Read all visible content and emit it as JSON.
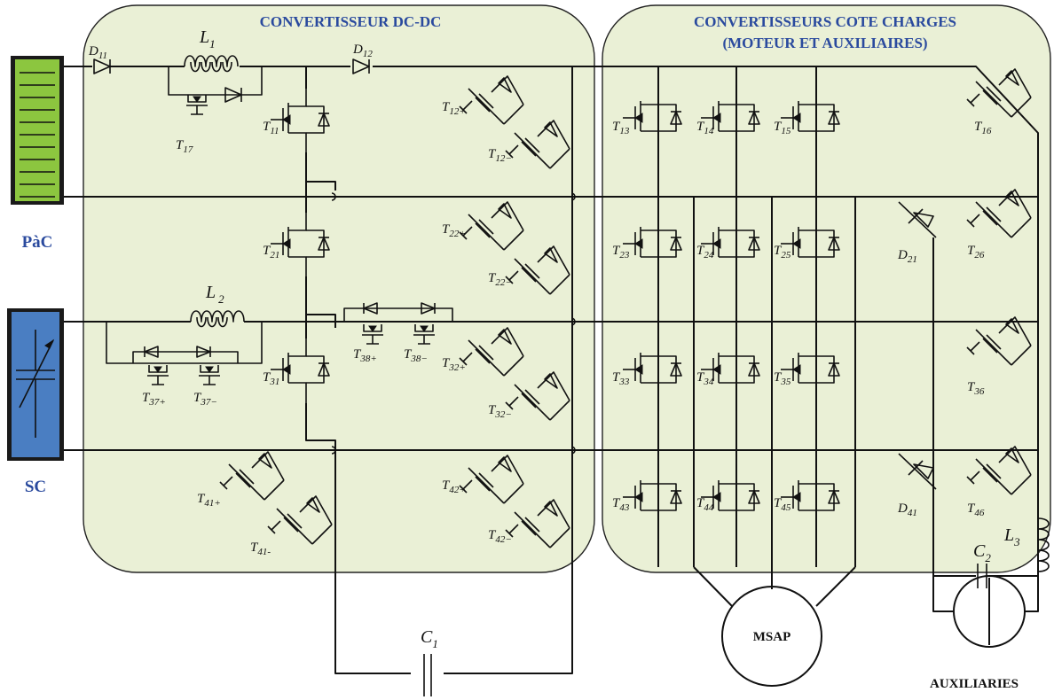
{
  "panels": {
    "dc_dc_title": "CONVERTISSEUR DC-DC",
    "load_title_line1": "CONVERTISSEURS COTE CHARGES",
    "load_title_line2": "(MOTEUR ET AUXILIAIRES)"
  },
  "sources": {
    "fuel_cell": "PàC",
    "supercap": "SC"
  },
  "loads": {
    "motor": "MSAP",
    "auxiliaries": "AUXILIARIES"
  },
  "inductors": {
    "l1": {
      "base": "L",
      "sub": "1"
    },
    "l2": {
      "base": "L",
      "sub": "2"
    },
    "l3": {
      "base": "L",
      "sub": "3"
    }
  },
  "capacitors": {
    "c1": {
      "base": "C",
      "sub": "1"
    },
    "c2": {
      "base": "C",
      "sub": "2"
    }
  },
  "diodes": {
    "d11": {
      "base": "D",
      "sub": "11"
    },
    "d12": {
      "base": "D",
      "sub": "12"
    },
    "d21": {
      "base": "D",
      "sub": "21"
    },
    "d41": {
      "base": "D",
      "sub": "41"
    }
  },
  "switches": {
    "t11": {
      "base": "T",
      "sub": "11"
    },
    "t21": {
      "base": "T",
      "sub": "21"
    },
    "t31": {
      "base": "T",
      "sub": "31"
    },
    "t17": {
      "base": "T",
      "sub": "17"
    },
    "t37p": {
      "base": "T",
      "sub": "37+"
    },
    "t37m": {
      "base": "T",
      "sub": "37−"
    },
    "t38p": {
      "base": "T",
      "sub": "38+"
    },
    "t38m": {
      "base": "T",
      "sub": "38−"
    },
    "t12p": {
      "base": "T",
      "sub": "12+"
    },
    "t12m": {
      "base": "T",
      "sub": "12−"
    },
    "t22p": {
      "base": "T",
      "sub": "22+"
    },
    "t22m": {
      "base": "T",
      "sub": "22−"
    },
    "t32p": {
      "base": "T",
      "sub": "32+"
    },
    "t32m": {
      "base": "T",
      "sub": "32−"
    },
    "t42p": {
      "base": "T",
      "sub": "42+"
    },
    "t42m": {
      "base": "T",
      "sub": "42−"
    },
    "t41p": {
      "base": "T",
      "sub": "41+"
    },
    "t41m": {
      "base": "T",
      "sub": "41-"
    },
    "t13": {
      "base": "T",
      "sub": "13"
    },
    "t14": {
      "base": "T",
      "sub": "14"
    },
    "t15": {
      "base": "T",
      "sub": "15"
    },
    "t23": {
      "base": "T",
      "sub": "23"
    },
    "t24": {
      "base": "T",
      "sub": "24"
    },
    "t25": {
      "base": "T",
      "sub": "25"
    },
    "t33": {
      "base": "T",
      "sub": "33"
    },
    "t34": {
      "base": "T",
      "sub": "34"
    },
    "t35": {
      "base": "T",
      "sub": "35"
    },
    "t43": {
      "base": "T",
      "sub": "43"
    },
    "t44": {
      "base": "T",
      "sub": "44"
    },
    "t45": {
      "base": "T",
      "sub": "45"
    },
    "t16": {
      "base": "T",
      "sub": "16"
    },
    "t26": {
      "base": "T",
      "sub": "26"
    },
    "t36": {
      "base": "T",
      "sub": "36"
    },
    "t46": {
      "base": "T",
      "sub": "46"
    }
  },
  "colors": {
    "panel_fill": "#eaf0d6",
    "fuel_cell_fill": "#8cc63f",
    "supercap_fill": "#4a7ec2",
    "title_blue": "#2a4a9e"
  }
}
